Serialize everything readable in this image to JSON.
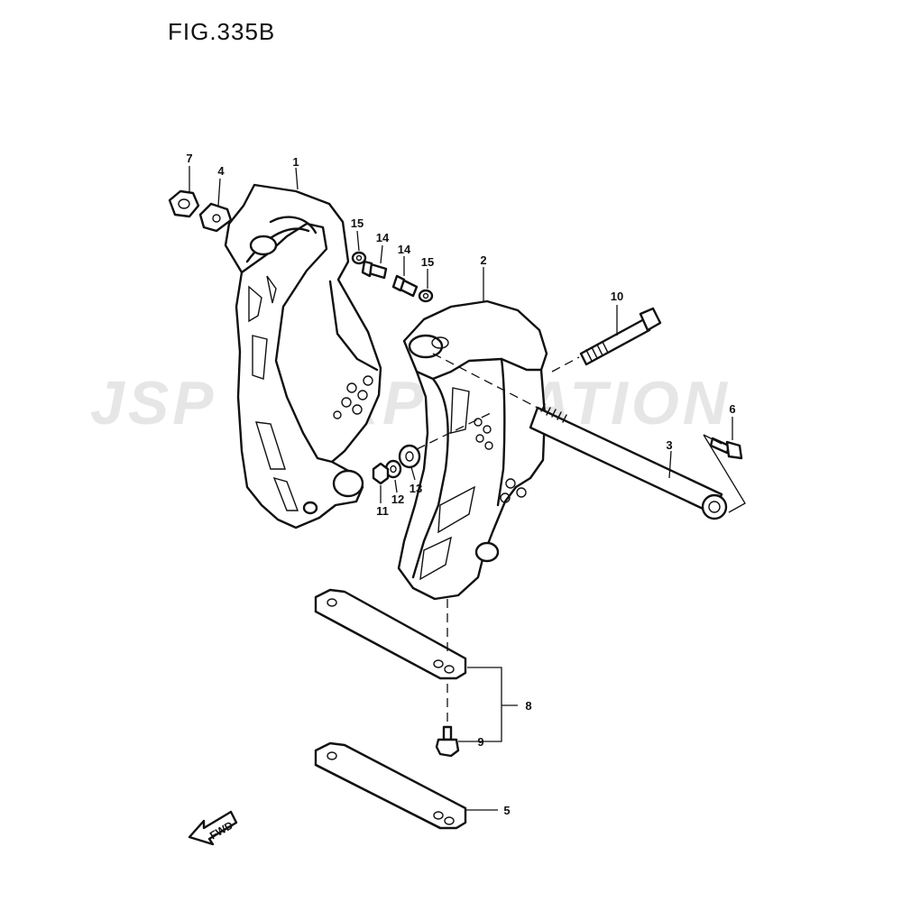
{
  "figure_title": "FIG.335B",
  "watermark": "JSP CORPORATION",
  "fwd_label": "FWD",
  "callouts": {
    "c1": "1",
    "c2": "2",
    "c3": "3",
    "c4": "4",
    "c5": "5",
    "c6": "6",
    "c7": "7",
    "c8": "8",
    "c9": "9",
    "c10": "10",
    "c11": "11",
    "c12": "12",
    "c13": "13",
    "c14a": "14",
    "c14b": "14",
    "c15a": "15",
    "c15b": "15"
  }
}
